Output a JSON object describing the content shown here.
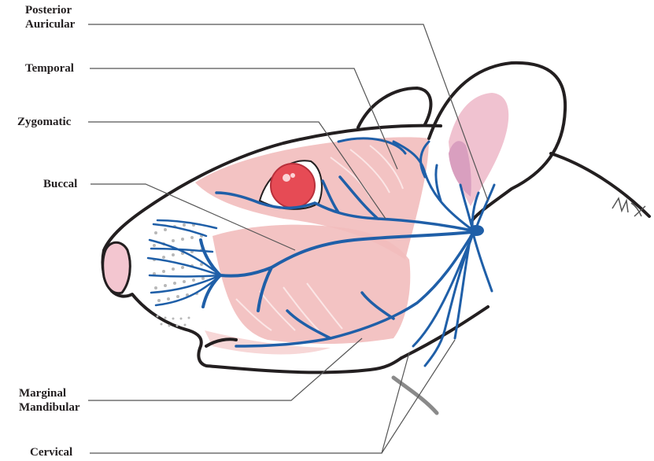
{
  "labels": {
    "posterior_auricular": [
      "Posterior",
      "Auricular"
    ],
    "temporal": "Temporal",
    "zygomatic": "Zygomatic",
    "buccal": "Buccal",
    "marginal_mandibular": [
      "Marginal",
      "Mandibular"
    ],
    "cervical": "Cervical"
  },
  "colors": {
    "outline": "#231f20",
    "nerve": "#1f5fa8",
    "muscle": "#f2bcbc",
    "muscle_light": "#f7d7d7",
    "ear_inner": "#f0c2d0",
    "nose": "#f3c6d0",
    "eye": "#e64b55",
    "leader": "#555555"
  }
}
